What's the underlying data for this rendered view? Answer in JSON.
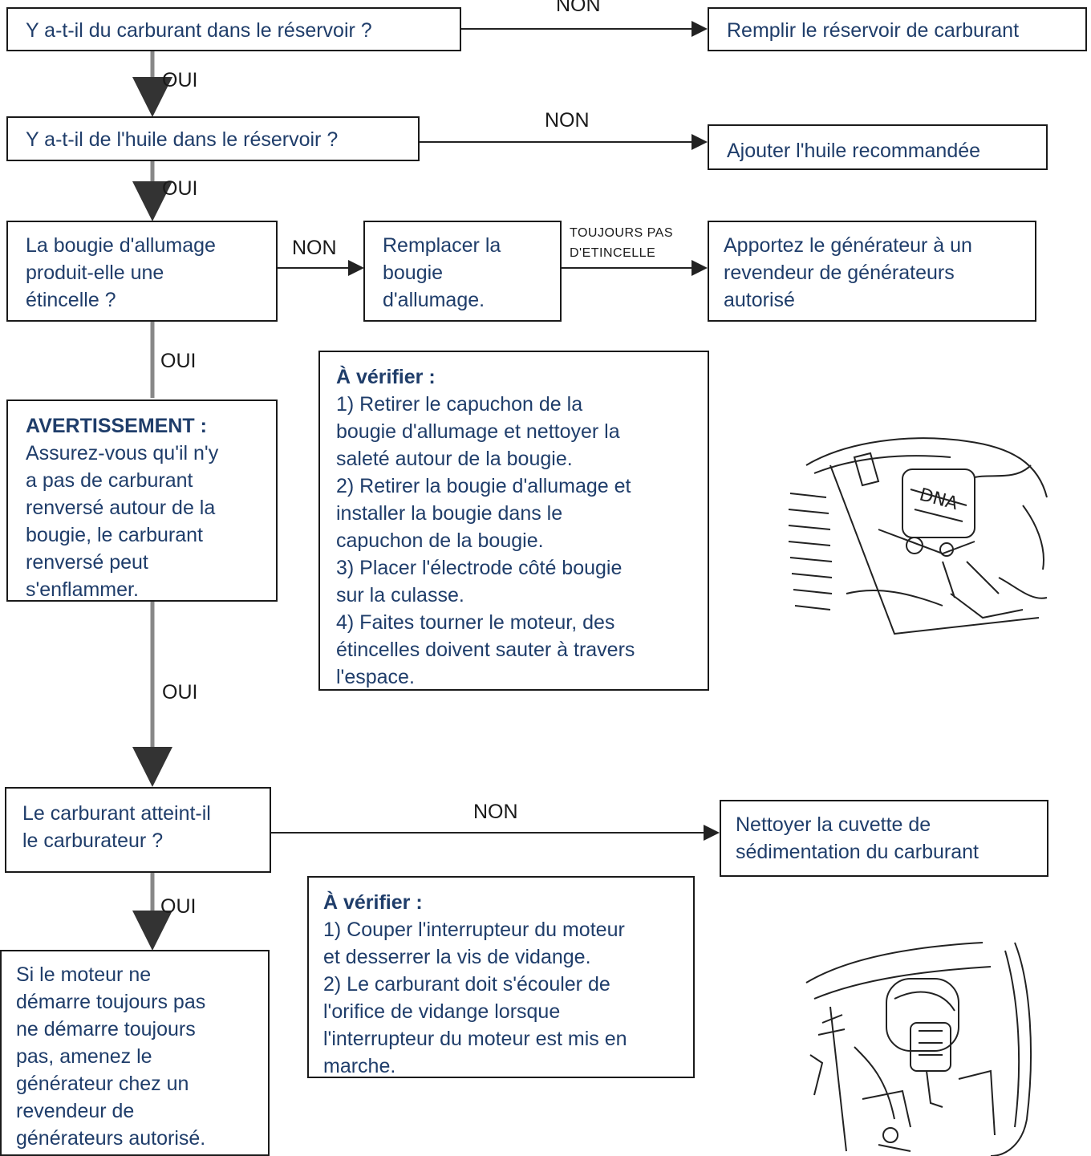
{
  "colors": {
    "text": "#1f3d6a",
    "border": "#1a1a1a",
    "connector_vertical": "#888888",
    "connector_horizontal": "#222222"
  },
  "q1": {
    "text": "Y a-t-il du carburant dans le réservoir ?",
    "no_label": "NON",
    "yes_label": "OUI"
  },
  "a1": {
    "text": "Remplir le réservoir de carburant"
  },
  "q2": {
    "text": "Y a-t-il de l'huile dans le réservoir ?",
    "no_label": "NON",
    "yes_label": "OUI"
  },
  "a2": {
    "text": "Ajouter l'huile recommandée"
  },
  "q3": {
    "text": "La bougie d'allumage\nproduit-elle une\nétincelle ?",
    "no_label": "NON",
    "yes_label": "OUI"
  },
  "a3": {
    "text": "Remplacer la\nbougie\nd'allumage."
  },
  "still_no_spark_label": "TOUJOURS PAS\nD'ETINCELLE",
  "a3b": {
    "text": "Apportez le générateur à un\nrevendeur de générateurs\nautorisé"
  },
  "warning": {
    "title": "AVERTISSEMENT :",
    "text": "Assurez-vous qu'il n'y\na pas de carburant\nrenversé autour de la\nbougie, le carburant\nrenversé peut\ns'enflammer.",
    "yes_label": "OUI"
  },
  "check1": {
    "title": "À vérifier :",
    "text": "1) Retirer le capuchon de la\nbougie d'allumage et nettoyer la\nsaleté autour de la bougie.\n2) Retirer la bougie d'allumage et\ninstaller la bougie dans le\ncapuchon de la bougie.\n3) Placer l'électrode côté bougie\nsur la culasse.\n4) Faites tourner le moteur, des\nétincelles doivent sauter à travers\nl'espace."
  },
  "q4": {
    "text": "Le carburant atteint-il\nle carburateur ?",
    "no_label": "NON",
    "yes_label": "OUI"
  },
  "a4": {
    "text": "Nettoyer la cuvette de\nsédimentation du carburant"
  },
  "check2": {
    "title": "À vérifier :",
    "text": "1) Couper l'interrupteur du moteur\net desserrer la vis de vidange.\n2) Le carburant doit s'écouler de\nl'orifice de vidange lorsque\nl'interrupteur du moteur est mis en\nmarche."
  },
  "final": {
    "text": "Si le moteur ne\ndémarre toujours pas\nne démarre toujours\npas, amenez le\ngénérateur chez un\nrevendeur de\ngénérateurs autorisé."
  },
  "illustration1": {
    "icon": "spark-plug-engine-illustration"
  },
  "illustration2": {
    "icon": "fuel-drain-illustration"
  }
}
